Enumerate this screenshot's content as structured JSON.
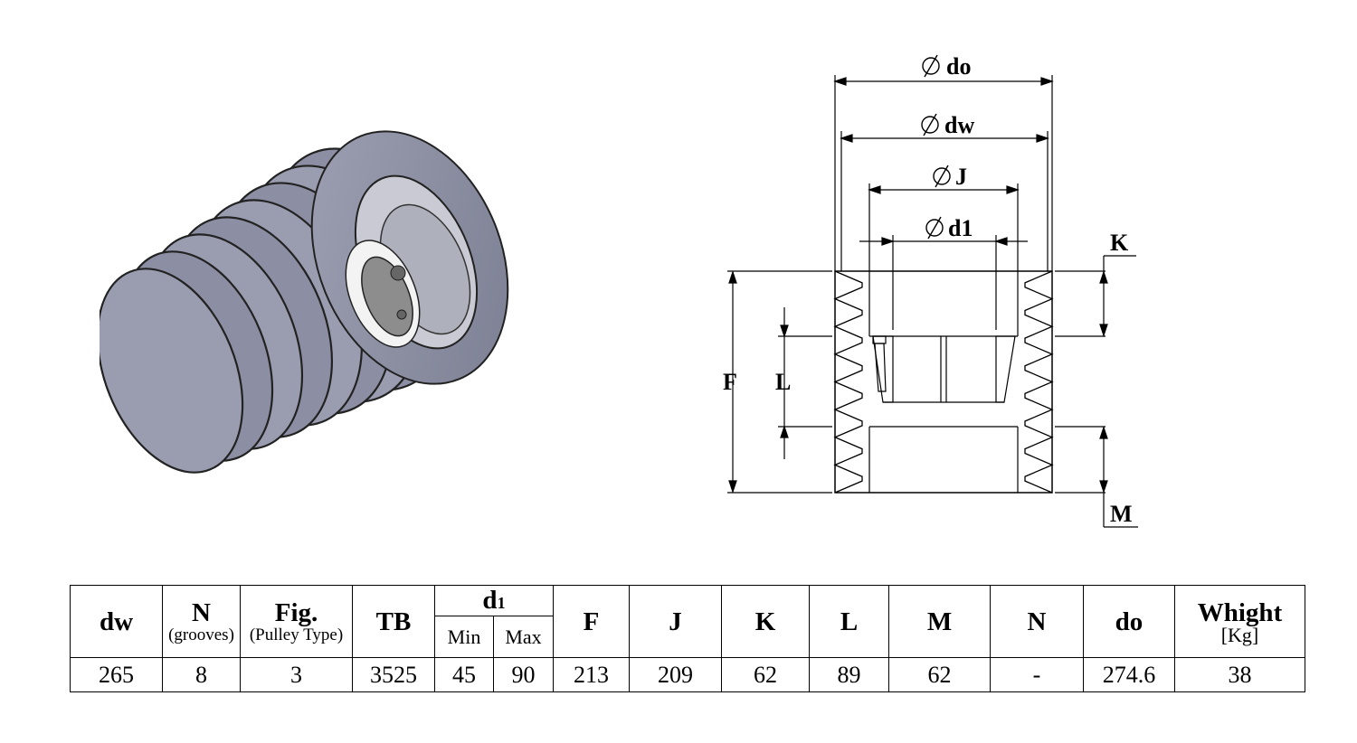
{
  "drawing": {
    "labels": {
      "do": "do",
      "dw": "dw",
      "j": "J",
      "d1": "d1",
      "k": "K",
      "f": "F",
      "l": "L",
      "m": "M"
    }
  },
  "table": {
    "headers": {
      "dw": "dw",
      "n_grooves": "N",
      "n_grooves_sub": "(grooves)",
      "fig": "Fig.",
      "fig_sub": "(Pulley Type)",
      "tb": "TB",
      "d1": "d",
      "d1_subscript": "1",
      "d1_min": "Min",
      "d1_max": "Max",
      "f": "F",
      "j": "J",
      "k": "K",
      "l": "L",
      "m": "M",
      "n": "N",
      "do": "do",
      "weight": "Whight",
      "weight_unit": "[Kg]"
    },
    "row": {
      "dw": "265",
      "n_grooves": "8",
      "fig": "3",
      "tb": "3525",
      "d1_min": "45",
      "d1_max": "90",
      "f": "213",
      "j": "209",
      "k": "62",
      "l": "89",
      "m": "62",
      "n": "-",
      "do": "274.6",
      "weight": "38"
    }
  },
  "colors": {
    "pulley_fill": "#8c8fa3",
    "pulley_dark": "#5a5d70",
    "pulley_light": "#b3b5c4"
  }
}
